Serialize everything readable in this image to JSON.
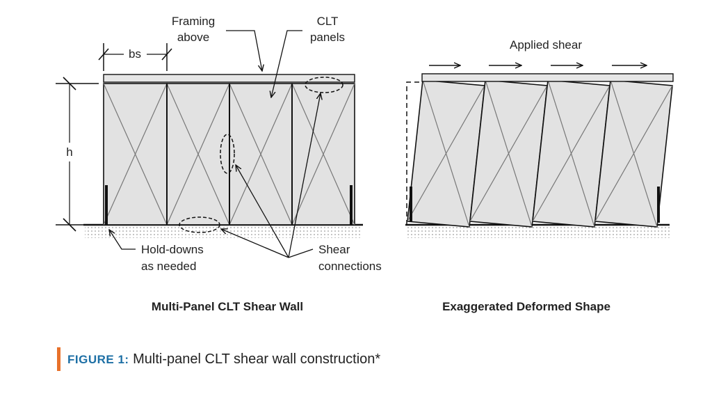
{
  "figure": {
    "figure_label": "FIGURE 1:",
    "caption": "Multi-panel CLT shear wall construction*",
    "accent_color": "#e8712a",
    "label_color": "#1d6fa5"
  },
  "left_diagram": {
    "title": "Multi-Panel CLT Shear Wall",
    "framing_label_line1": "Framing",
    "framing_label_line2": "above",
    "clt_label_line1": "CLT",
    "clt_label_line2": "panels",
    "bs_label": "bs",
    "h_label": "h",
    "holddown_label_line1": "Hold-downs",
    "holddown_label_line2": "as needed",
    "shear_label_line1": "Shear",
    "shear_label_line2": "connections",
    "panel_count": 4,
    "panel_color": "#e2e2e2"
  },
  "right_diagram": {
    "title": "Exaggerated Deformed Shape",
    "applied_shear_label": "Applied shear",
    "panel_count": 4
  }
}
